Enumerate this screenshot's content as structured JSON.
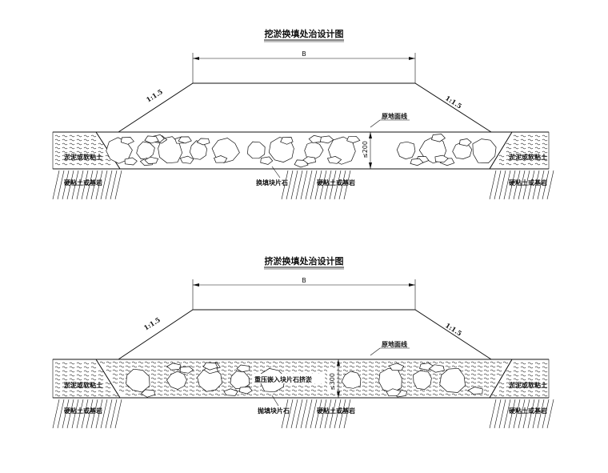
{
  "diagrams": [
    {
      "title": "挖淤换填处治设计图",
      "width_label": "B",
      "slope_left": "1:1.5",
      "slope_right": "1:1.5",
      "ground_line_label": "原地面线",
      "depth_label": "≤200",
      "fill_label": "换填块片石",
      "soft_soil_left": "淤泥或软粘土",
      "soft_soil_right": "淤泥或软粘土",
      "hard_layer_left": "硬粘土或基岩",
      "hard_layer_mid": "硬粘土或基岩",
      "hard_layer_right": "硬粘土或基岩"
    },
    {
      "title": "挤淤换填处治设计图",
      "width_label": "B",
      "slope_left": "1:1.5",
      "slope_right": "1:1.5",
      "ground_line_label": "原地面线",
      "depth_label": "≤300",
      "pressure_label": "重压嵌入块片石挤淤",
      "fill_label": "抛填块片石",
      "soft_soil_left": "淤泥或软粘土",
      "soft_soil_right": "淤泥或软粘土",
      "hard_layer_left": "硬粘土或基岩",
      "hard_layer_mid": "硬粘土或基岩",
      "hard_layer_right": "硬粘土或基岩"
    }
  ]
}
